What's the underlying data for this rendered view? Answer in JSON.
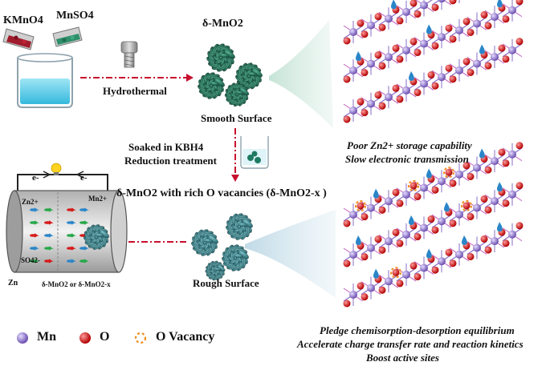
{
  "reagents": {
    "kmno4": "KMnO4",
    "mnso4": "MnSO4"
  },
  "process": {
    "step1": "Hydrothermal",
    "step2_line1": "Soaked in KBH4",
    "step2_line2": "Reduction treatment"
  },
  "products": {
    "pristine_name": "δ-MnO2",
    "pristine_surface": "Smooth Surface",
    "defect_name": "δ-MnO2 with rich O vacancies (δ-MnO2-x )",
    "defect_surface": "Rough Surface"
  },
  "battery": {
    "electron_left": "e-",
    "electron_right": "e-",
    "zn_ion": "Zn2+",
    "mn_ion": "Mn2+",
    "so4_ion": "SO42-",
    "anode": "Zn",
    "cathode": "δ-MnO2 or δ-MnO2-x"
  },
  "outcomes": {
    "poor_line1": "Poor Zn2+ storage capability",
    "poor_line2": "Slow electronic transmission",
    "good_line1": "Pledge chemisorption-desorption equilibrium",
    "good_line2": "Accelerate charge transfer rate and reaction kinetics",
    "good_line3": "Boost active sites"
  },
  "legend": {
    "mn": "Mn",
    "o": "O",
    "vacancy": "O Vacancy"
  },
  "colors": {
    "mn_atom": "#8a6ec9",
    "o_atom": "#d61a1a",
    "water_drop": "#2a86c8",
    "vacancy": "#f28c1c",
    "arrow": "#c8102e",
    "pristine_flower": "#1f7a62",
    "defect_flower": "#3f8f9a",
    "beam": "#d9ece3"
  }
}
